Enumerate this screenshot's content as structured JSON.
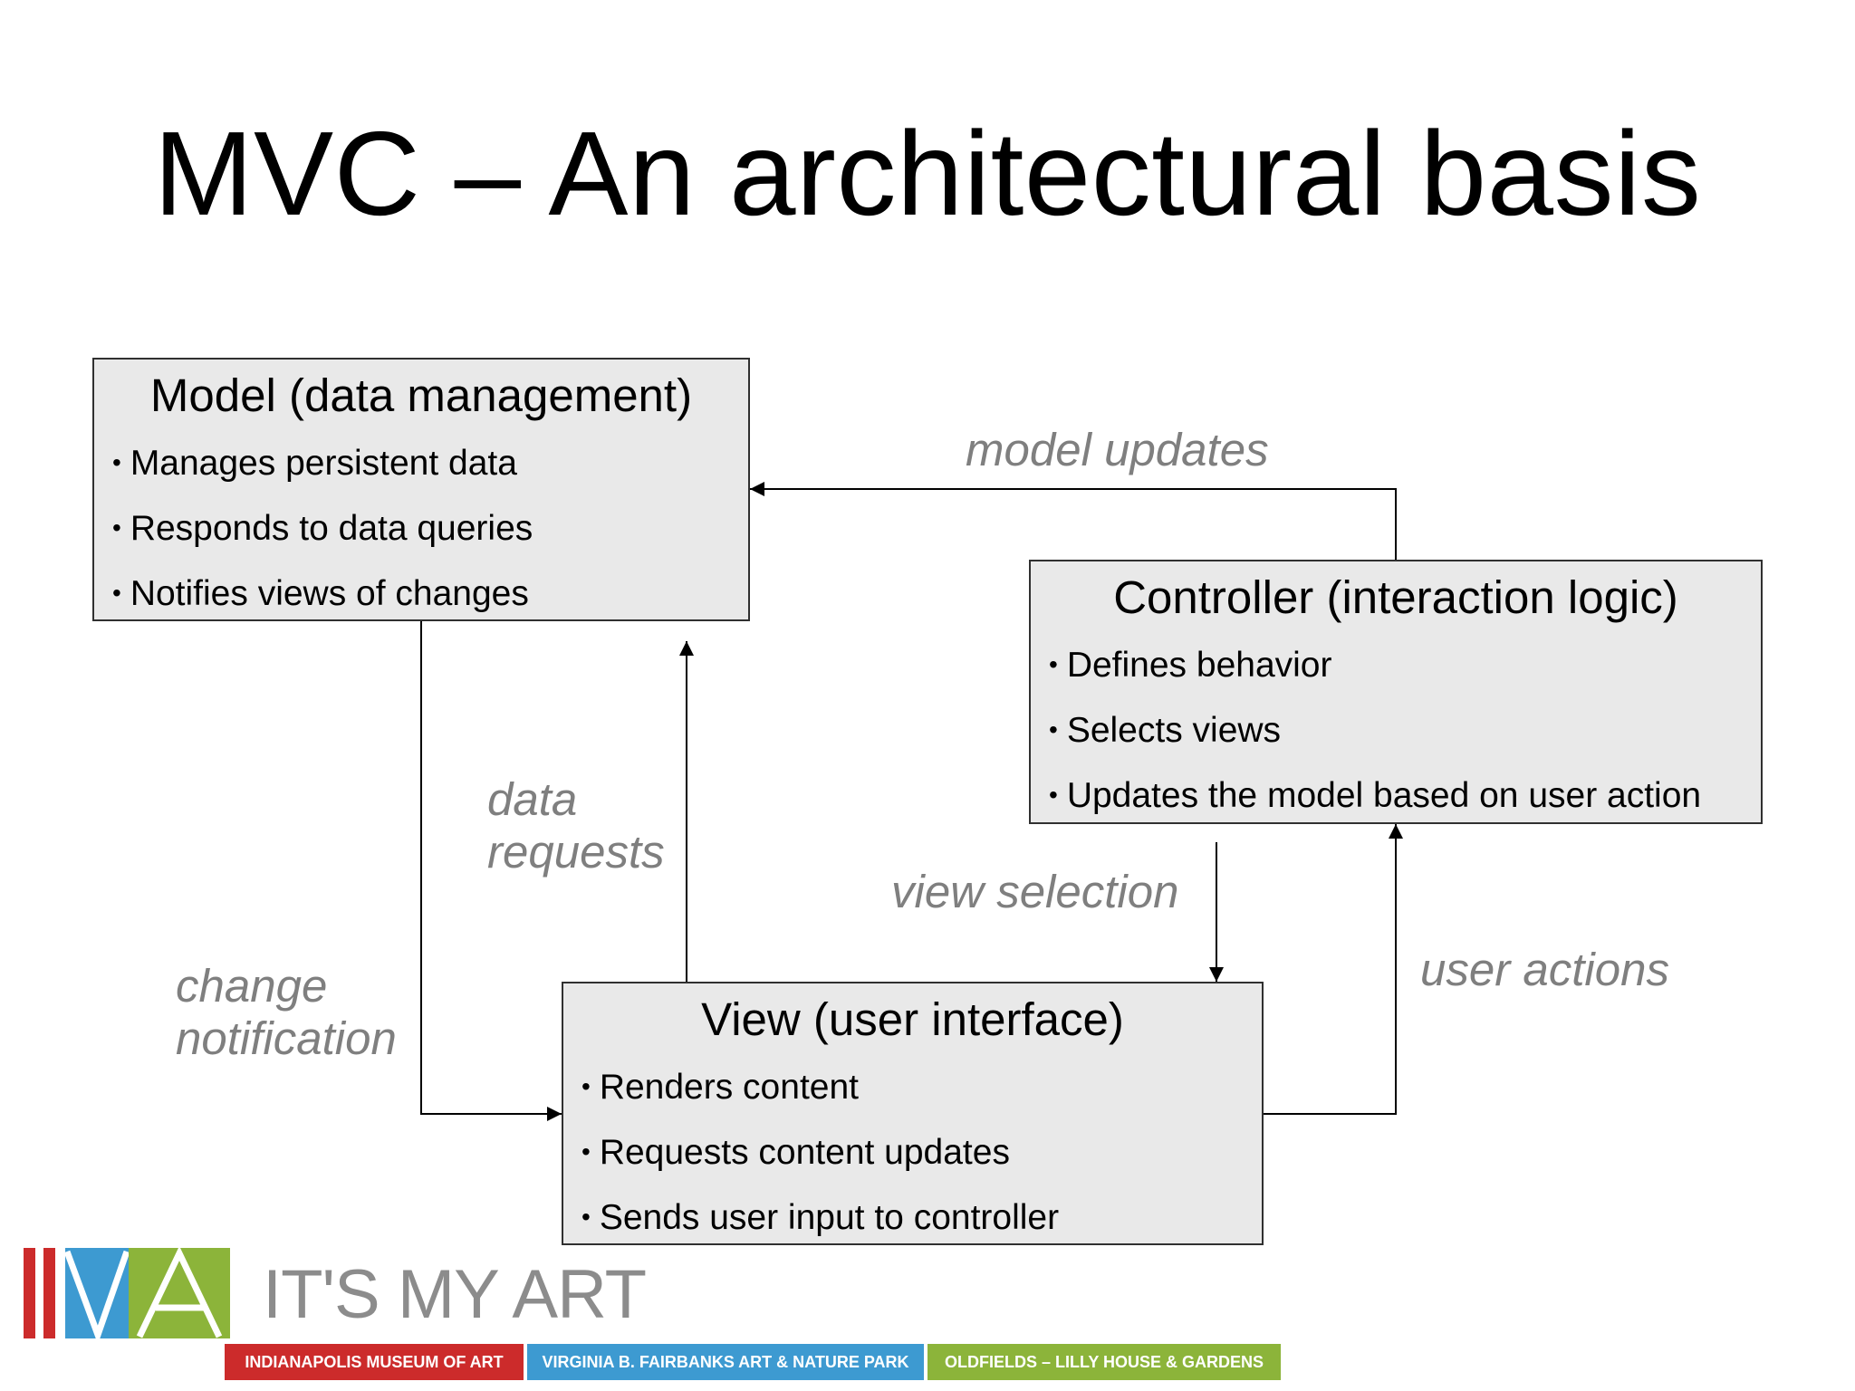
{
  "slide": {
    "title": "MVC – An architectural basis"
  },
  "nodes": {
    "model": {
      "title": "Model (data management)",
      "bullets": [
        "Manages persistent data",
        "Responds to data queries",
        "Notifies views of changes"
      ]
    },
    "controller": {
      "title": "Controller (interaction logic)",
      "bullets": [
        "Defines behavior",
        "Selects views",
        "Updates the model based on user action"
      ]
    },
    "view": {
      "title": "View (user interface)",
      "bullets": [
        "Renders content",
        "Requests content updates",
        "Sends user input to controller"
      ]
    }
  },
  "edges": {
    "model_updates": "model updates",
    "data_requests_line1": "data",
    "data_requests_line2": "requests",
    "change_notification_line1": "change",
    "change_notification_line2": "notification",
    "view_selection": "view selection",
    "user_actions": "user actions"
  },
  "colors": {
    "box_fill": "#e9e9e9",
    "box_border": "#303030",
    "edge_label": "#7f7f7f",
    "logo_red": "#cc2b2b",
    "logo_blue": "#3d9ad1",
    "logo_green": "#8cb43a"
  },
  "logo": {
    "mark": "IMA",
    "wordmark": "IT'S MY ART",
    "bar_1": "INDIANAPOLIS MUSEUM OF ART",
    "bar_2": "VIRGINIA B. FAIRBANKS ART & NATURE PARK",
    "bar_3": "OLDFIELDS – LILLY HOUSE & GARDENS"
  }
}
